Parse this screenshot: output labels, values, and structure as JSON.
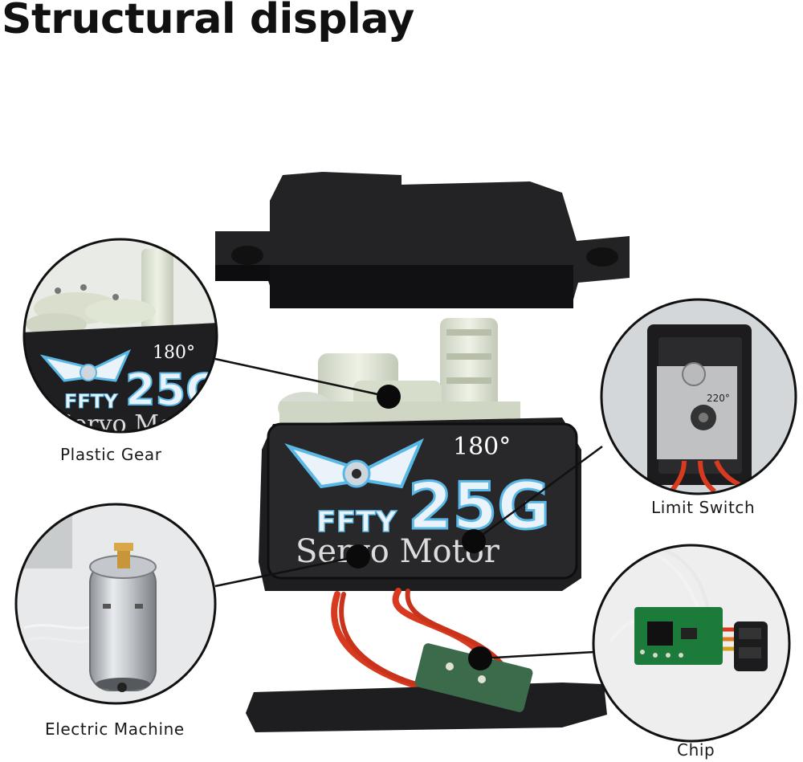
{
  "title": "Structural display",
  "product": {
    "brand": "FFTY",
    "model": "25G",
    "subtitle": "Servo Motor",
    "angle_main": "180°",
    "angle_switch": "220°"
  },
  "callouts": [
    {
      "label": "Plastic Gear"
    },
    {
      "label": "Limit Switch"
    },
    {
      "label": "Electric Machine"
    },
    {
      "label": "Chip"
    }
  ],
  "colors": {
    "housing": "#232325",
    "housing_edge": "#0e0e10",
    "gear": "#dfe6d4",
    "wire_red": "#d83a20",
    "wire_white": "#f2f2f2",
    "pcb": "#1c7a3a",
    "logo_blue": "#5ab8e6",
    "callout_line": "#111111"
  }
}
